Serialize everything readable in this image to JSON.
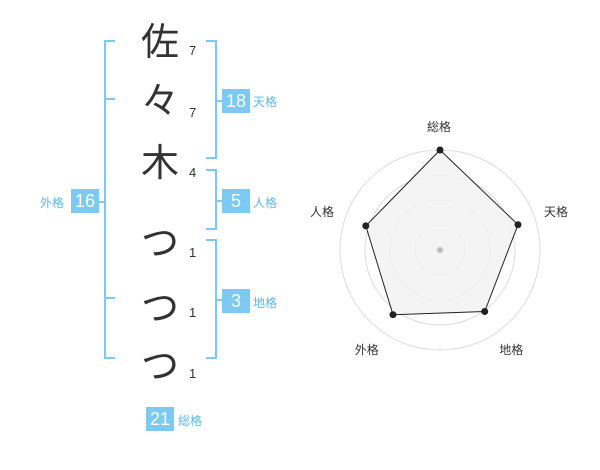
{
  "name_chars": [
    {
      "char": "佐",
      "strokes": "7"
    },
    {
      "char": "々",
      "strokes": "7"
    },
    {
      "char": "木",
      "strokes": "4"
    },
    {
      "char": "つ",
      "strokes": "1"
    },
    {
      "char": "つ",
      "strokes": "1"
    },
    {
      "char": "つ",
      "strokes": "1"
    }
  ],
  "kakusu": {
    "tenkaku": {
      "value": "18",
      "label": "天格"
    },
    "jinkaku": {
      "value": "5",
      "label": "人格"
    },
    "chikaku": {
      "value": "3",
      "label": "地格"
    },
    "gaikaku": {
      "value": "16",
      "label": "外格"
    },
    "soukaku": {
      "value": "21",
      "label": "総格"
    }
  },
  "colors": {
    "accent": "#7ccaf2",
    "accent_text": "#5bb8ea",
    "radar_fill": "#f2f2f2",
    "ring": "#dddddd",
    "line": "#222222"
  },
  "chart_data": {
    "type": "radar",
    "axes": [
      "総格",
      "天格",
      "地格",
      "外格",
      "人格"
    ],
    "values": [
      1.0,
      0.82,
      0.76,
      0.8,
      0.78
    ],
    "rings": 4,
    "range": [
      0,
      1
    ]
  }
}
